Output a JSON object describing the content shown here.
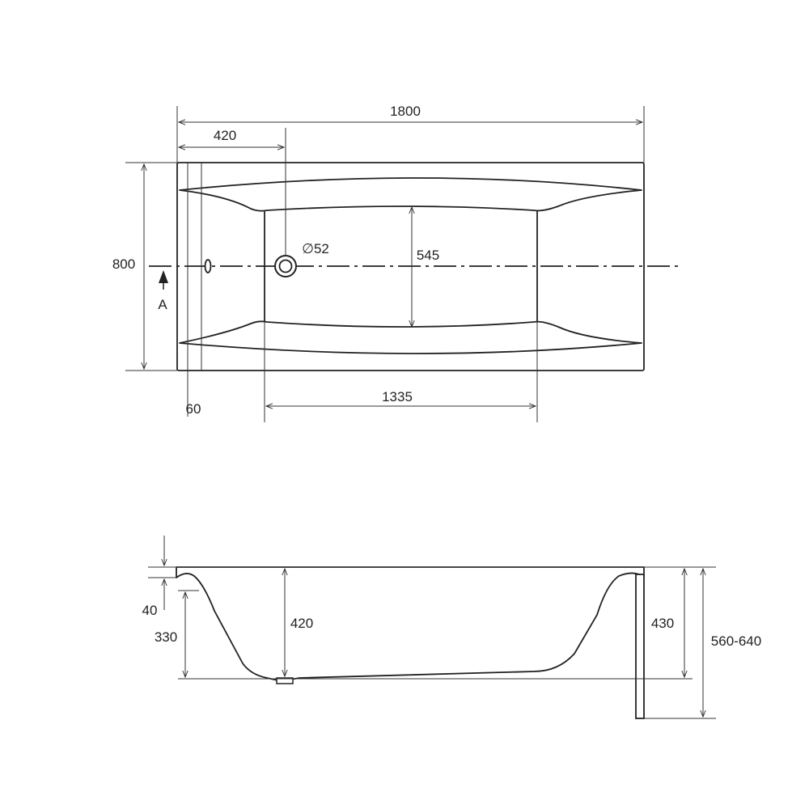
{
  "top_view": {
    "overall_length": "1800",
    "drain_offset": "420",
    "overall_width": "800",
    "drain_diameter": "∅52",
    "inner_width": "545",
    "inner_length": "1335",
    "rim_width": "60",
    "section_label": "A"
  },
  "side_view": {
    "rim_thickness": "40",
    "drain_height": "330",
    "inner_depth": "420",
    "overall_depth": "430",
    "height_with_legs": "560-640"
  }
}
